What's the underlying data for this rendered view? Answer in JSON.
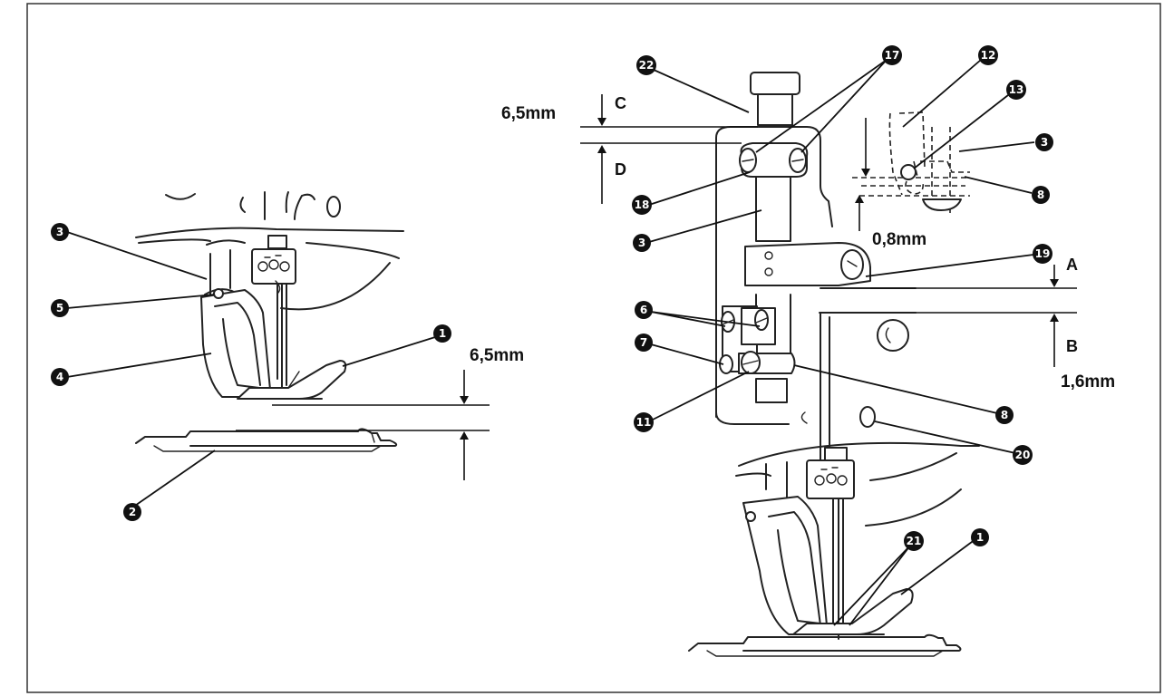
{
  "measurements": {
    "left_gap": "6,5mm",
    "top_gap": "6,5mm",
    "detail_gap": "0,8mm",
    "right_gap": "1,6mm"
  },
  "dim_letters": {
    "a": "A",
    "b": "B",
    "c": "C",
    "d": "D"
  },
  "callouts": {
    "n1": "1",
    "n2": "2",
    "n3": "3",
    "n4": "4",
    "n5": "5",
    "n6": "6",
    "n7": "7",
    "n8": "8",
    "n11": "11",
    "n12": "12",
    "n13": "13",
    "n17": "17",
    "n18": "18",
    "n19": "19",
    "n20": "20",
    "n21": "21",
    "n22": "22"
  },
  "colors": {
    "ink": "#111111",
    "paper": "#ffffff",
    "frame": "#333333"
  }
}
